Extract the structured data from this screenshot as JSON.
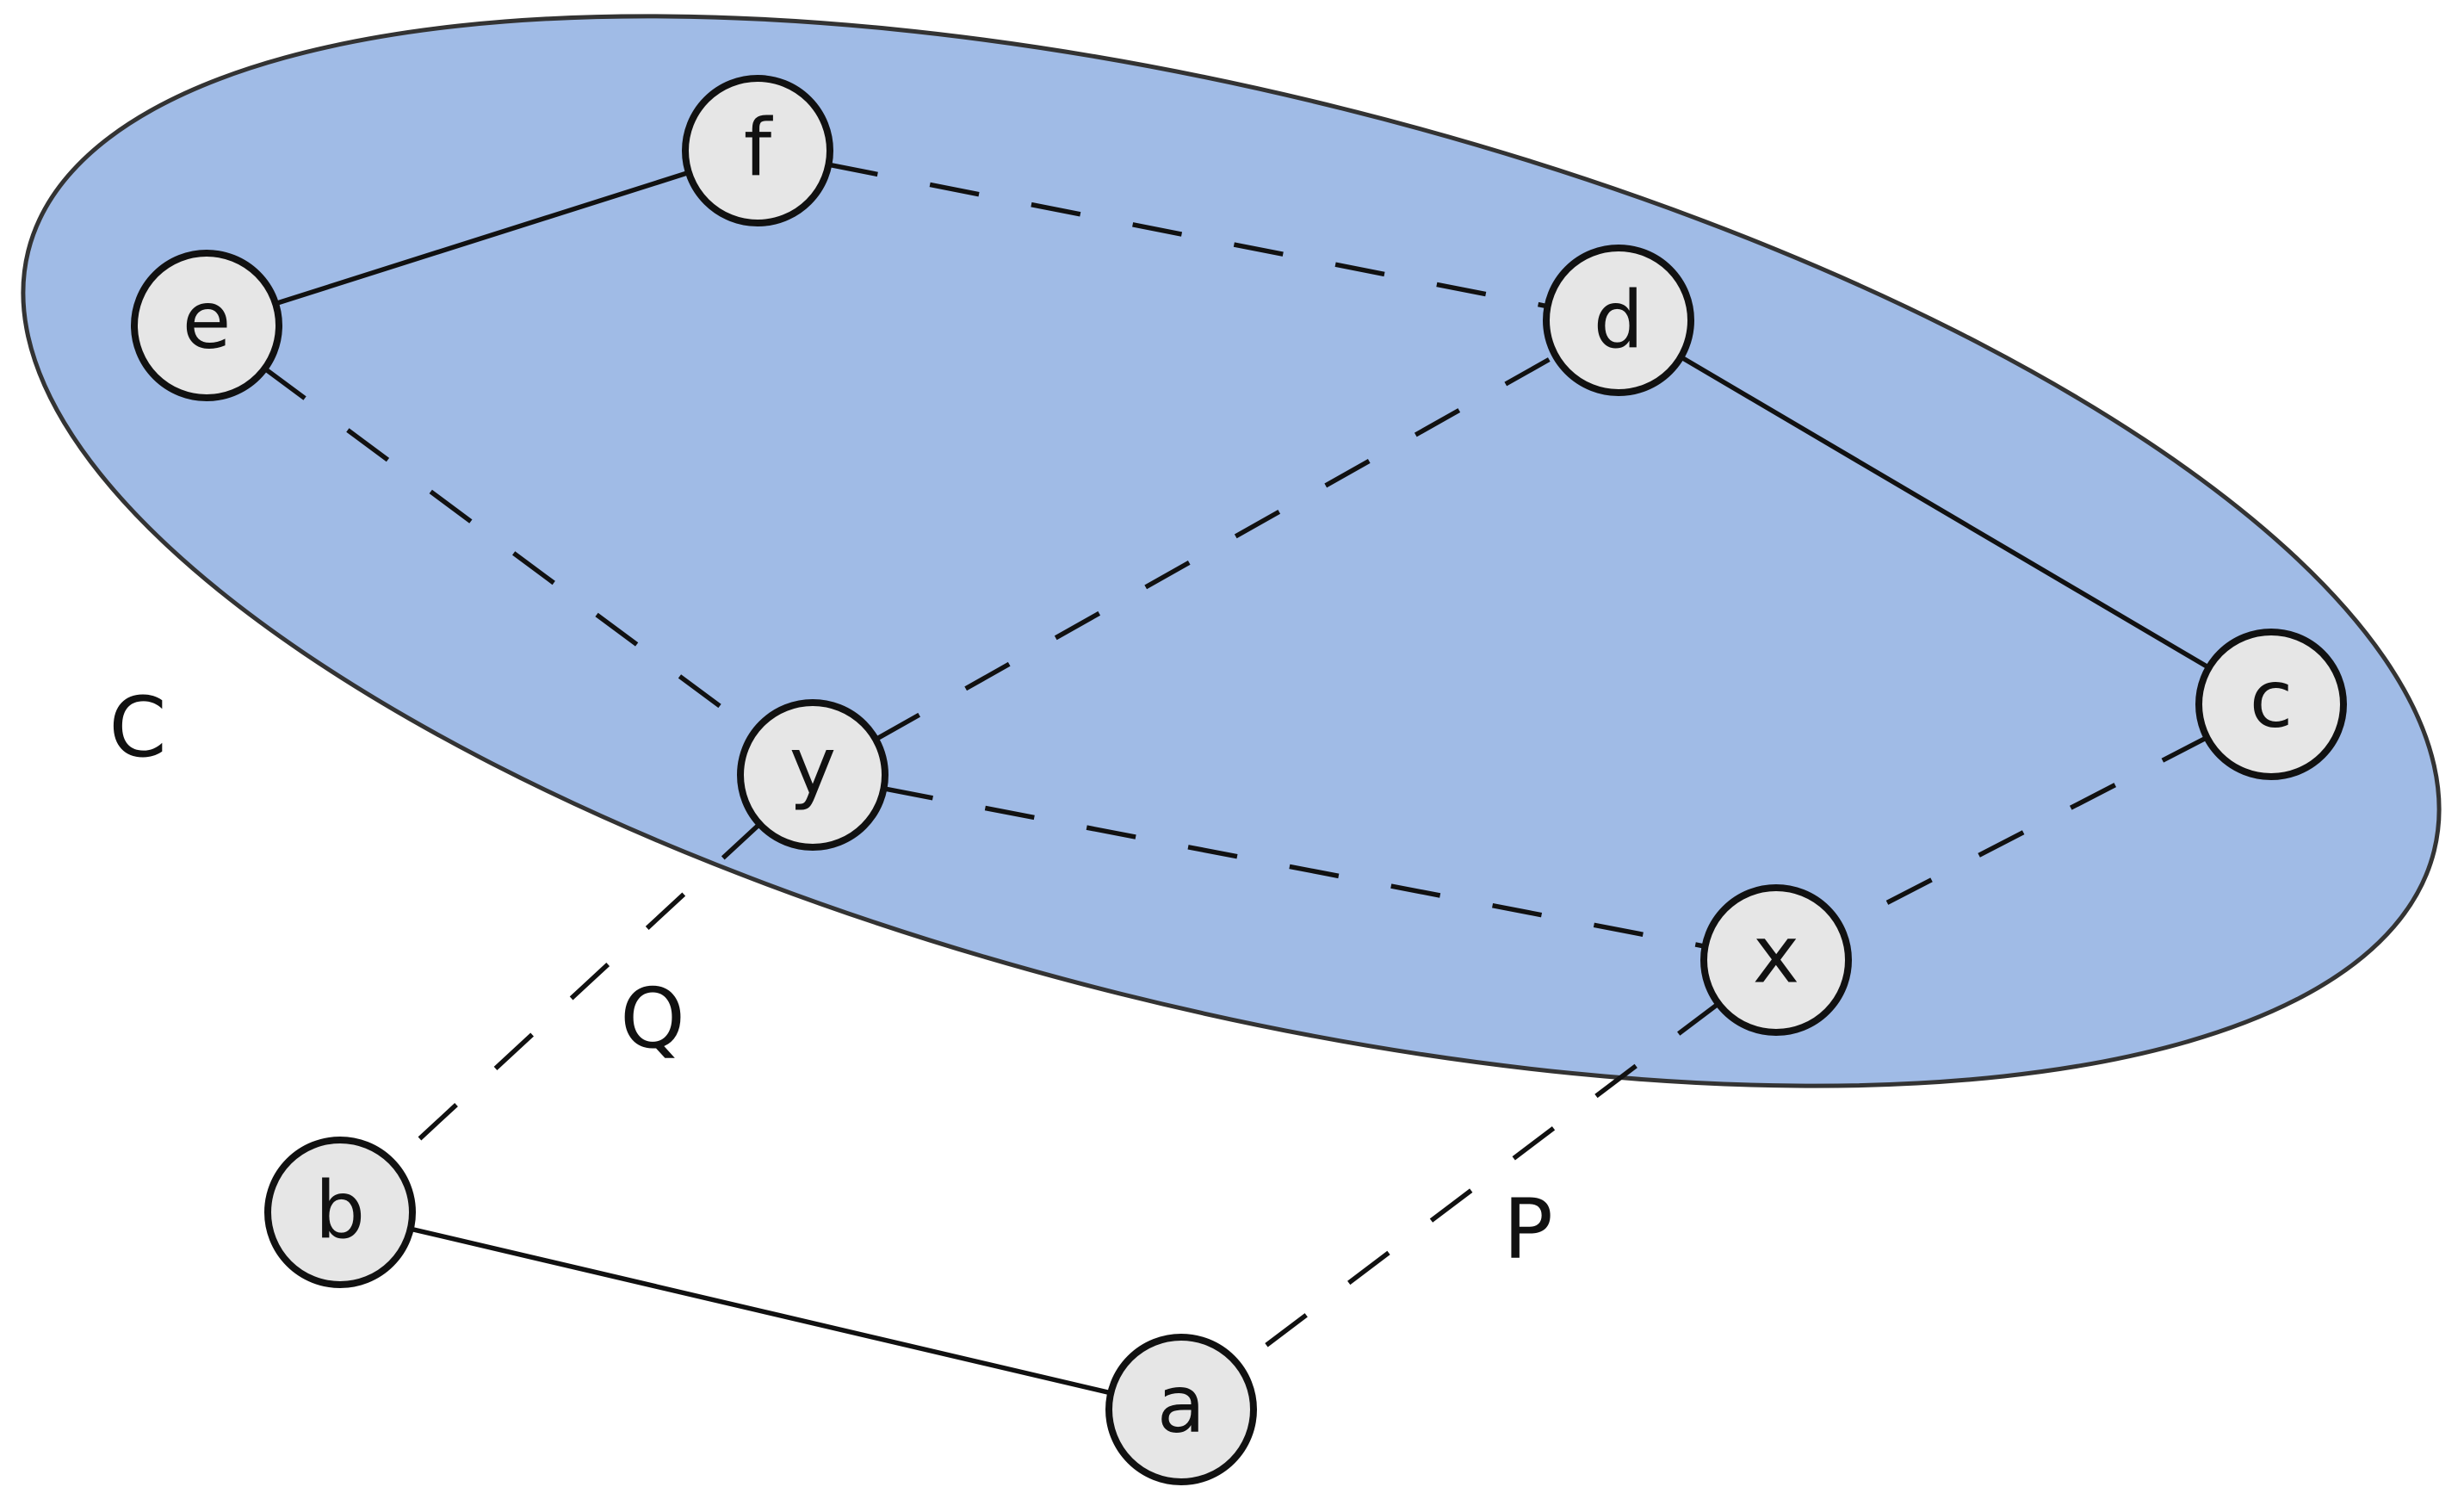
{
  "region": {
    "label": "C",
    "fill": "#a0bbe6"
  },
  "nodes": {
    "f": "f",
    "e": "e",
    "d": "d",
    "c": "c",
    "y": "y",
    "x": "x",
    "b": "b",
    "a": "a"
  },
  "path_labels": {
    "q": "Q",
    "p": "P"
  },
  "edges": [
    {
      "from": "e",
      "to": "f",
      "style": "solid"
    },
    {
      "from": "f",
      "to": "d",
      "style": "dashed"
    },
    {
      "from": "d",
      "to": "c",
      "style": "solid"
    },
    {
      "from": "e",
      "to": "y",
      "style": "dashed"
    },
    {
      "from": "y",
      "to": "d",
      "style": "dashed"
    },
    {
      "from": "y",
      "to": "x",
      "style": "dashed"
    },
    {
      "from": "c",
      "to": "x",
      "style": "dashed"
    },
    {
      "from": "y",
      "to": "b",
      "style": "dashed"
    },
    {
      "from": "b",
      "to": "a",
      "style": "solid"
    },
    {
      "from": "x",
      "to": "a",
      "style": "dashed"
    }
  ]
}
